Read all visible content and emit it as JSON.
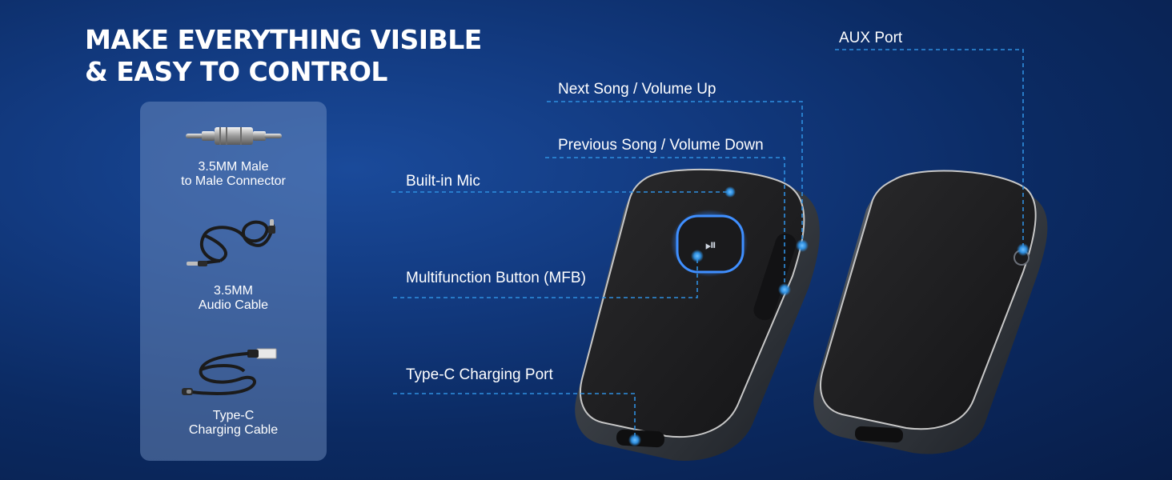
{
  "headline": {
    "line1": "MAKE EVERYTHING VISIBLE",
    "line2": "& EASY TO CONTROL"
  },
  "accessories": [
    {
      "line1": "3.5MM Male",
      "line2": "to Male Connector",
      "icon": "aux-connector-icon"
    },
    {
      "line1": "3.5MM",
      "line2": "Audio Cable",
      "icon": "audio-cable-icon"
    },
    {
      "line1": "Type-C",
      "line2": "Charging Cable",
      "icon": "usb-c-cable-icon"
    }
  ],
  "callouts": {
    "aux_port": "AUX Port",
    "next_song": "Next Song / Volume Up",
    "prev_song": "Previous Song / Volume Down",
    "mic": "Built-in Mic",
    "mfb": "Multifunction Button (MFB)",
    "charging": "Type-C Charging Port"
  },
  "colors": {
    "accent": "#2f8fe0",
    "button_glow": "#2c7cf0"
  }
}
